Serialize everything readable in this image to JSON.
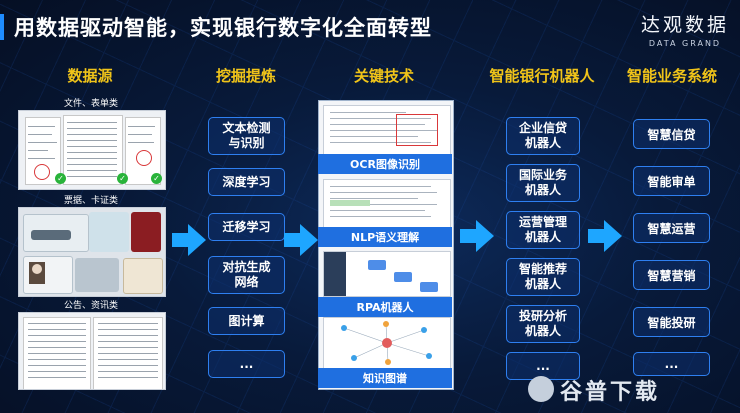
{
  "title": "用数据驱动智能，实现银行数字化全面转型",
  "logo": {
    "name_cn": "达观数据",
    "name_en": "DATA GRAND"
  },
  "columns": {
    "data_sources": "数据源",
    "mining": "挖掘提炼",
    "key_tech": "关键技术",
    "robots": "智能银行机器人",
    "systems": "智能业务系统"
  },
  "sources": [
    {
      "label": "文件、表单类"
    },
    {
      "label": "票据、卡证类"
    },
    {
      "label": "公告、资讯类"
    }
  ],
  "mining_items": [
    "文本检测\n与识别",
    "深度学习",
    "迁移学习",
    "对抗生成\n网络",
    "图计算",
    "..."
  ],
  "tech_items": [
    "OCR图像识别",
    "NLP语义理解",
    "RPA机器人",
    "知识图谱"
  ],
  "robot_items": [
    "企业信贷\n机器人",
    "国际业务\n机器人",
    "运营管理\n机器人",
    "智能推荐\n机器人",
    "投研分析\n机器人",
    "..."
  ],
  "system_items": [
    "智慧信贷",
    "智能审单",
    "智慧运营",
    "智慧营销",
    "智能投研",
    "..."
  ],
  "watermark": "谷普下载",
  "colors": {
    "accent": "#f0c419",
    "box_border": "#2e7ff0",
    "arrow": "#1ea6ff",
    "label_bg": "#1f6fe0"
  }
}
